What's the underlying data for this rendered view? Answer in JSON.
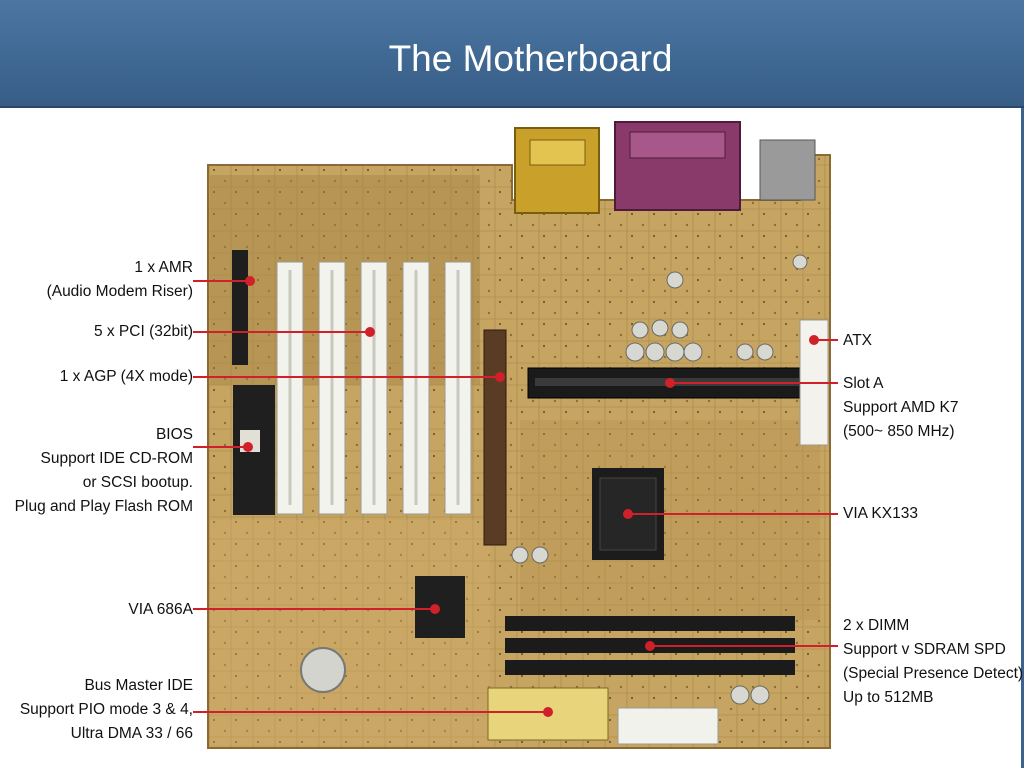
{
  "slide": {
    "title": "The Motherboard"
  },
  "colors": {
    "header": "#436d99",
    "board": "#c7a564",
    "label_line": "#d0202a",
    "slot_white": "#f3f3ee",
    "dimm_black": "#1b1b1b"
  },
  "labels": {
    "amr": [
      "1 x AMR",
      "(Audio Modem Riser)"
    ],
    "pci": [
      "5 x PCI (32bit)"
    ],
    "agp": [
      "1 x AGP (4X mode)"
    ],
    "bios": [
      "BIOS",
      "Support IDE CD-ROM",
      "or SCSI bootup.",
      "Plug and Play Flash ROM"
    ],
    "via686": [
      "VIA 686A"
    ],
    "ide": [
      "Bus Master IDE",
      "Support PIO mode 3 & 4,",
      "Ultra DMA 33 / 66"
    ],
    "atx": [
      "ATX"
    ],
    "slota": [
      "Slot A",
      "Support AMD K7",
      "(500~ 850 MHz)"
    ],
    "kx133": [
      "VIA KX133"
    ],
    "dimm": [
      "2 x DIMM",
      "Support v SDRAM SPD",
      "(Special Presence Detect)",
      "Up to 512MB"
    ]
  }
}
